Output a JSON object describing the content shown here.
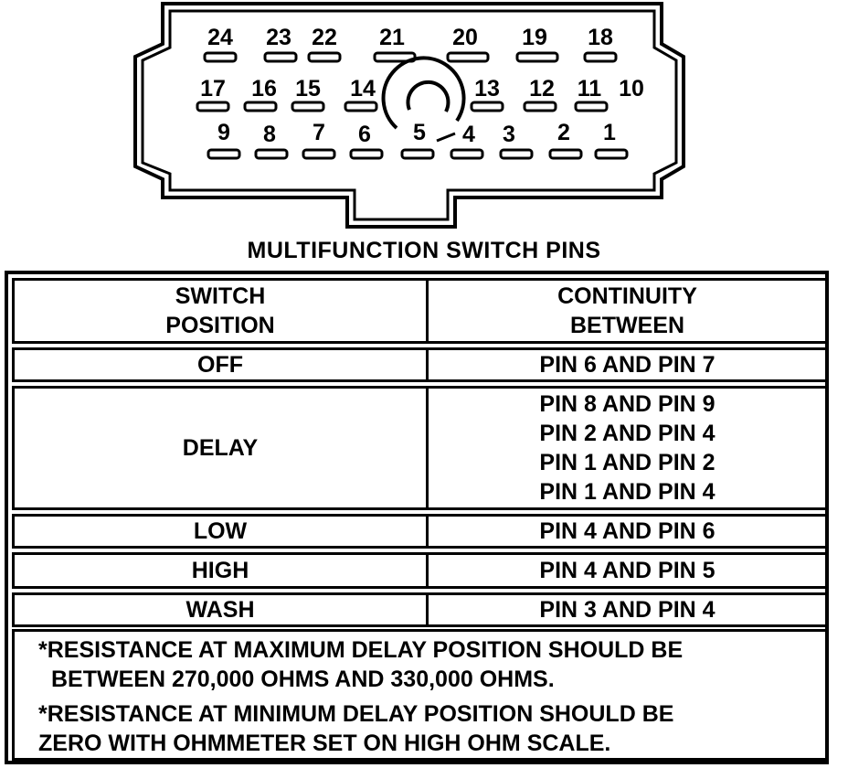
{
  "diagram": {
    "title": "MULTIFUNCTION SWITCH PINS",
    "pins": [
      "24",
      "23",
      "22",
      "21",
      "20",
      "19",
      "18",
      "17",
      "16",
      "15",
      "14",
      "13",
      "12",
      "11",
      "10",
      "9",
      "8",
      "7",
      "6",
      "5",
      "4",
      "3",
      "2",
      "1"
    ]
  },
  "table": {
    "header": {
      "position_line1": "SWITCH",
      "position_line2": "POSITION",
      "continuity_line1": "CONTINUITY",
      "continuity_line2": "BETWEEN"
    },
    "rows": [
      {
        "position": "OFF",
        "continuity": [
          "PIN 6 AND PIN 7"
        ]
      },
      {
        "position": "DELAY",
        "continuity": [
          "PIN 8 AND PIN 9",
          "PIN 2 AND PIN 4",
          "PIN 1 AND PIN 2",
          "PIN 1 AND PIN 4"
        ]
      },
      {
        "position": "LOW",
        "continuity": [
          "PIN 4 AND PIN 6"
        ]
      },
      {
        "position": "HIGH",
        "continuity": [
          "PIN 4 AND PIN 5"
        ]
      },
      {
        "position": "WASH",
        "continuity": [
          "PIN 3 AND PIN 4"
        ]
      }
    ],
    "notes": [
      {
        "line1": "*RESISTANCE AT MAXIMUM DELAY POSITION SHOULD BE",
        "line2": "BETWEEN 270,000 OHMS AND 330,000 OHMS."
      },
      {
        "line1": "*RESISTANCE AT MINIMUM DELAY POSITION SHOULD BE",
        "line2": "ZERO WITH OHMMETER SET ON HIGH OHM SCALE."
      }
    ]
  }
}
